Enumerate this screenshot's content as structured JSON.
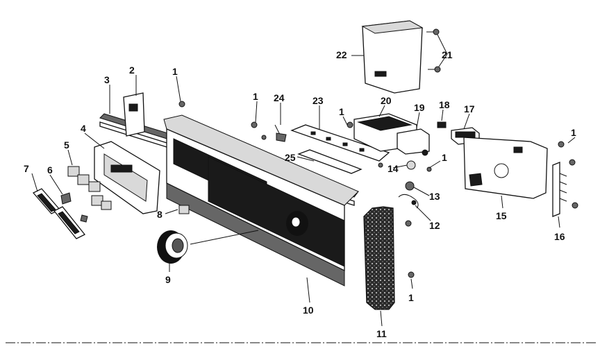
{
  "callouts": {
    "c1a": "1",
    "c1b": "1",
    "c1c": "1",
    "c1d": "1",
    "c1e": "1",
    "c1f": "1",
    "c2": "2",
    "c3": "3",
    "c4": "4",
    "c5": "5",
    "c6": "6",
    "c7": "7",
    "c8": "8",
    "c9": "9",
    "c10": "10",
    "c11": "11",
    "c12": "12",
    "c13": "13",
    "c14": "14",
    "c15": "15",
    "c16": "16",
    "c17": "17",
    "c18": "18",
    "c19": "19",
    "c20": "20",
    "c21": "21",
    "c22": "22",
    "c23": "23",
    "c24": "24",
    "c25": "25"
  },
  "colors": {
    "ink": "#111111",
    "paper": "#ffffff"
  }
}
